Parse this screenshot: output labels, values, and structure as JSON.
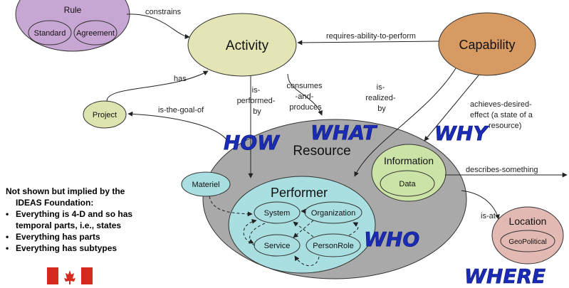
{
  "nodes": {
    "rule": "Rule",
    "standard": "Standard",
    "agreement": "Agreement",
    "activity": "Activity",
    "capability": "Capability",
    "project": "Project",
    "resource": "Resource",
    "materiel": "Materiel",
    "performer": "Performer",
    "system": "System",
    "organization": "Organization",
    "service": "Service",
    "person_role": "PersonRole",
    "information": "Information",
    "data": "Data",
    "location": "Location",
    "geopolitical": "GeoPolitical"
  },
  "relations": {
    "constrains": "constrains",
    "requires_ability_to_perform": "requires-ability-to-perform",
    "has": "has",
    "is_the_goal_of": "is-the-goal-of",
    "is_performed_by": [
      "is-",
      "performed-",
      "by"
    ],
    "consumes_and_produces": [
      "consumes",
      "-and-",
      "produces"
    ],
    "is_realized_by": [
      "is-",
      "realized-",
      "by"
    ],
    "achieves_desired_effect": [
      "achieves-desired-",
      "effect (a state of a",
      "resource)"
    ],
    "describes_something": "describes-something",
    "is_at": "is-at"
  },
  "questions": {
    "how": "HOW",
    "what": "WHAT",
    "why": "WHY",
    "who": "WHO",
    "where": "WHERE"
  },
  "notes": {
    "heading": [
      "Not shown but implied by the",
      "IDEAS Foundation:"
    ],
    "bullets": [
      [
        "Everything is 4-D and so has",
        "temporal parts, i.e., states"
      ],
      [
        "Everything has parts"
      ],
      [
        "Everything has subtypes"
      ]
    ]
  },
  "flag": {
    "icon": "canadian-flag-icon",
    "red": "#d52b1e",
    "white": "#ffffff"
  },
  "colors": {
    "rule_fill": "#c8a6d4",
    "activity_fill": "#e3e6b4",
    "capability_fill": "#d79a63",
    "resource_fill": "#a9a9a9",
    "performer_fill": "#aadfe2",
    "information_fill": "#cbe3a6",
    "location_fill": "#e3b9b3",
    "project_fill": "#dfe3b0",
    "question_words": "#1a2bb5"
  }
}
